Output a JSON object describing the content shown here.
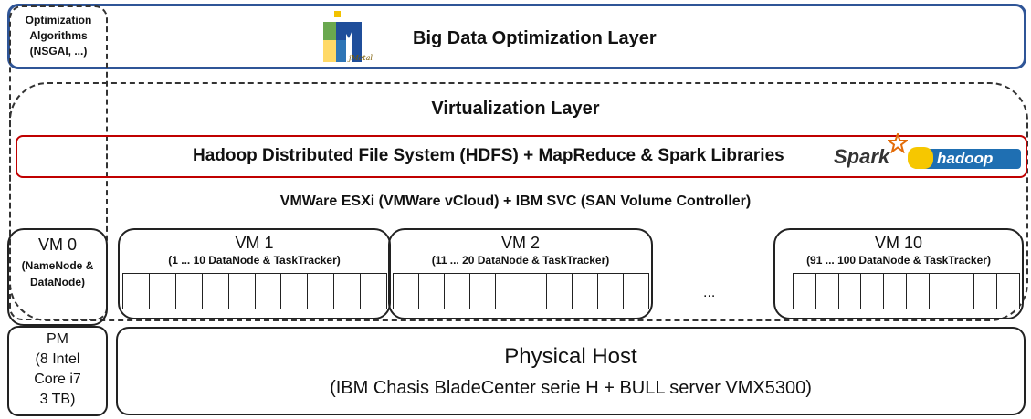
{
  "optimization_algorithms": [
    "Optimization",
    "Algorithms",
    "(NSGAI, ...)"
  ],
  "big_data_layer": "Big Data Optimization Layer",
  "logo_jmetal": "jMetal",
  "virtualization_layer": "Virtualization Layer",
  "hdfs": "Hadoop Distributed File System (HDFS) + MapReduce & Spark Libraries",
  "spark_logo": "Spark",
  "hadoop_logo": "hadoop",
  "vmware": "VMWare ESXi (VMWare vCloud) + IBM SVC (SAN Volume Controller)",
  "vm0": {
    "title": "VM 0",
    "lines": [
      "(NameNode &",
      "DataNode)"
    ]
  },
  "vm1": {
    "title": "VM 1",
    "subtitle": "(1 ... 10 DataNode & TaskTracker)"
  },
  "vm2": {
    "title": "VM 2",
    "subtitle": "(11 ... 20 DataNode & TaskTracker)"
  },
  "vm10": {
    "title": "VM 10",
    "subtitle": "(91 ... 100 DataNode & TaskTracker)"
  },
  "ellipsis": "...",
  "pm": [
    "PM",
    "(8 Intel",
    "Core i7",
    "3 TB)"
  ],
  "physical_host": {
    "title": "Physical Host",
    "subtitle": "(IBM Chasis BladeCenter serie H + BULL server VMX5300)"
  }
}
